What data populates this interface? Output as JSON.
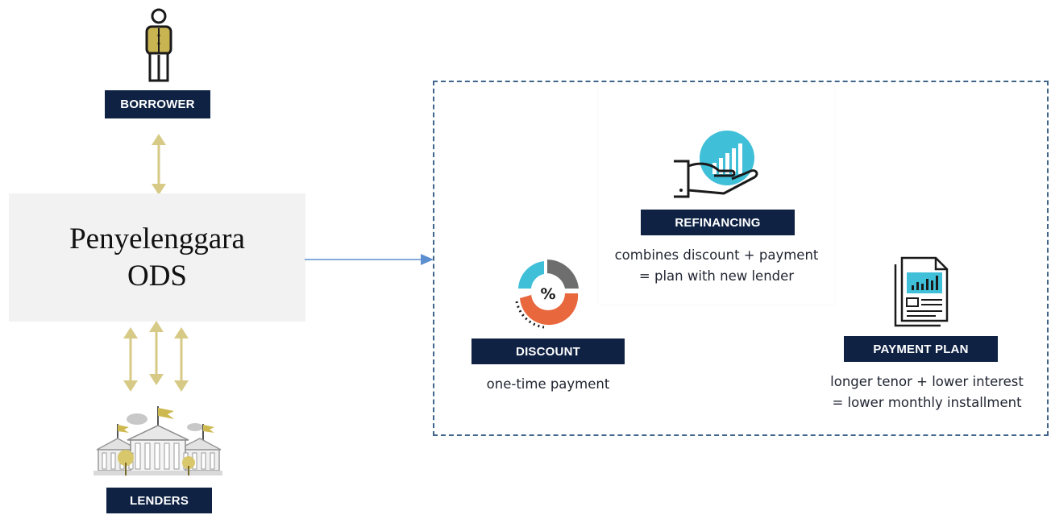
{
  "borrower": {
    "label": "BORROWER",
    "icon": "person-icon"
  },
  "center": {
    "line1": "Penyelenggara",
    "line2": "ODS"
  },
  "lenders": {
    "label": "LENDERS",
    "icon": "bank-icon"
  },
  "options": {
    "refinancing": {
      "label": "REFINANCING",
      "line1": "combines discount + payment",
      "line2": "= plan with new lender",
      "icon": "hand-chart-icon"
    },
    "discount": {
      "label": "DISCOUNT",
      "line1": "one-time payment",
      "icon": "percent-donut-icon"
    },
    "payment_plan": {
      "label": "PAYMENT PLAN",
      "line1": "longer tenor + lower interest",
      "line2": "= lower monthly installment",
      "icon": "document-chart-icon"
    }
  },
  "colors": {
    "navy": "#0f2244",
    "gold": "#d6ca86",
    "teal": "#3fbfd8",
    "orange": "#e8673c",
    "dashed": "#41658a",
    "arrow": "#5b8fcf"
  }
}
